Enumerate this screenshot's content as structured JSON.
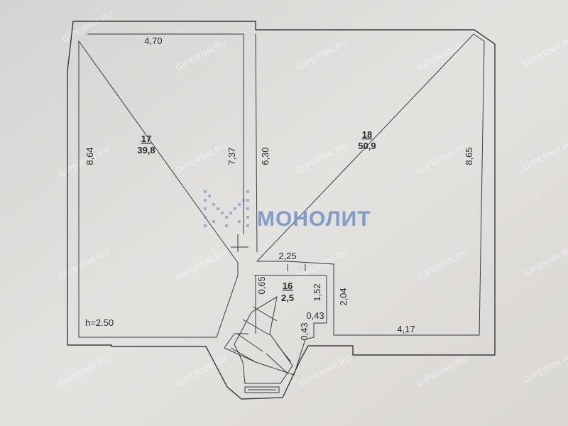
{
  "plan": {
    "rooms": [
      {
        "id": "room-17",
        "number": "17",
        "area": "39,8"
      },
      {
        "id": "room-18",
        "number": "18",
        "area": "50,9"
      },
      {
        "id": "room-16",
        "number": "16",
        "area": "2,5"
      }
    ],
    "dimensions": {
      "top_left": "4,70",
      "left_side": "8,64",
      "partition_left": "7,37",
      "partition_right": "6,30",
      "right_side": "8,65",
      "hall_top": "2,25",
      "hall_left": "0,65",
      "hall_right": "1,52",
      "hall_mid": "0,43",
      "hall_bottom": "0,43",
      "step": "2,04",
      "bottom_right": "4,17"
    },
    "height_label": "h=2.50"
  },
  "logo": {
    "text": "МОНОЛИТ",
    "color": "#6d90c8"
  },
  "watermark": {
    "text": "GIPERNN.RU"
  }
}
